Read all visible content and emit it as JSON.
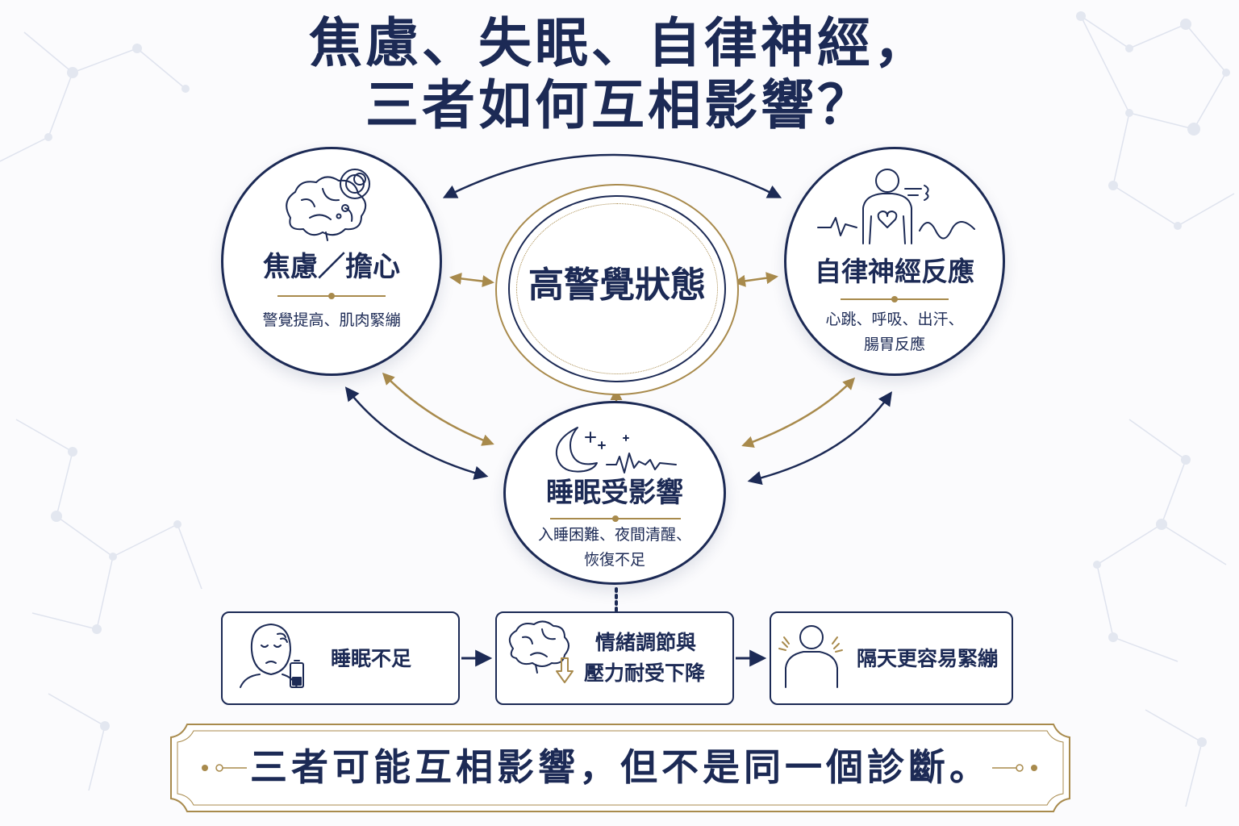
{
  "title": {
    "line1": "焦慮、失眠、自律神經，",
    "line2": "三者如何互相影響？"
  },
  "nodes": {
    "anxiety": {
      "title": "焦慮／擔心",
      "subtitle": "警覺提高、肌肉緊繃",
      "icon": "brain-thought-icon"
    },
    "center": {
      "title": "高警覺狀態"
    },
    "autonomic": {
      "title": "自律神經反應",
      "subtitle_line1": "心跳、呼吸、出汗、",
      "subtitle_line2": "腸胃反應",
      "icon": "body-heart-pulse-icon"
    },
    "sleep": {
      "title": "睡眠受影響",
      "subtitle_line1": "入睡困難、夜間清醒、",
      "subtitle_line2": "恢復不足",
      "icon": "moon-sleep-wave-icon"
    }
  },
  "chain": [
    {
      "label": "睡眠不足",
      "icon": "tired-face-battery-icon"
    },
    {
      "label_line1": "情緒調節與",
      "label_line2": "壓力耐受下降",
      "icon": "brain-down-arrow-icon"
    },
    {
      "label": "隔天更容易緊繃",
      "icon": "tense-shoulders-icon"
    }
  ],
  "footer": {
    "text": "三者可能互相影響，但不是同一個診斷。"
  },
  "colors": {
    "navy": "#1c2a55",
    "gold": "#a88a4c",
    "background": "#fbfbfd"
  }
}
